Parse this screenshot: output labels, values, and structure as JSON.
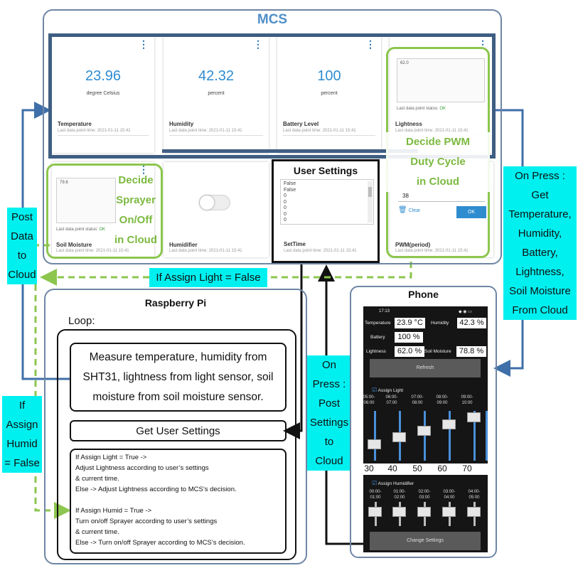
{
  "mcs": {
    "title": "MCS",
    "cards": [
      {
        "value": "23.96",
        "unit": "degree Celsius",
        "name": "Temperature",
        "time": "Last data point time: 2021-01-11 15:41"
      },
      {
        "value": "42.32",
        "unit": "percent",
        "name": "Humidity",
        "time": "Last data point time: 2021-01-11 15:41"
      },
      {
        "value": "100",
        "unit": "percent",
        "name": "Battery Level",
        "time": "Last data point time: 2021-01-11 15:41"
      },
      {
        "value": "62.0",
        "name": "Lightness",
        "status_label": "Last data point status:",
        "status_value": "OK",
        "time": "Last data point time: 2021-01-11 15:41"
      }
    ],
    "soil": {
      "value": "79.6",
      "status_label": "Last data point status:",
      "status_value": "OK",
      "name": "Soil Moisture",
      "time": "Last data point time: 2021-01-11 15:41"
    },
    "humidifier": {
      "name": "Humidifier",
      "time": "Last data point time: 2021-01-11 15:41"
    },
    "settime": {
      "name": "SetTime",
      "time": "Last data point time: 2021-01-11 15:41",
      "list": [
        "False",
        "False",
        "0",
        "0",
        "0",
        "0",
        "0",
        "0"
      ]
    },
    "pwm": {
      "input_value": "38",
      "clear_label": "Clear",
      "ok_label": "OK",
      "name": "PWM(period)",
      "time": "Last data point time: 2021-01-11 15:41"
    },
    "user_settings_title": "User Settings",
    "decide_sprayer": [
      "Decide",
      "Sprayer",
      "On/Off",
      "in Cloud"
    ],
    "decide_pwm": [
      "Decide PWM",
      "Duty Cycle",
      "in Cloud"
    ]
  },
  "labels": {
    "post_data": [
      "Post",
      "Data",
      "to",
      "Cloud"
    ],
    "if_assign_light": "If Assign Light = False",
    "if_assign_humid": [
      "If",
      "Assign",
      "Humid",
      "= False"
    ],
    "on_press_get": [
      "On Press :",
      "Get",
      "Temperature,",
      "Humidity,",
      "Battery,",
      "Lightness,",
      "Soil Moisture",
      "From Cloud"
    ],
    "on_press_post": [
      "On",
      "Press :",
      "Post",
      "Settings",
      "to",
      "Cloud"
    ]
  },
  "rpi": {
    "title": "Raspberry Pi",
    "loop": "Loop:",
    "measure": [
      "Measure temperature, humidity from",
      "SHT31, lightness from light sensor, soil",
      "moisture from soil moisture sensor."
    ],
    "get_settings": "Get User Settings",
    "logic": [
      "If Assign Light = True ->",
      "Adjust Lightness according to user’s settings",
      "& current time.",
      "Else -> Adjust Lightness according to MCS’s decision.",
      "",
      "If Assign Humid = True ->",
      "Turn on/off Sprayer according to user’s settings",
      "& current time.",
      "Else -> Turn on/off Sprayer according to MCS’s decision."
    ]
  },
  "phone": {
    "title": "Phone",
    "status_time": "17:13",
    "temperature_label": "Temperature",
    "temperature_value": "23.9 °C",
    "humidity_label": "Humidity",
    "humidity_value": "42.3 %",
    "battery_label": "Battery",
    "battery_value": "100 %",
    "lightness_label": "Lightness",
    "lightness_value": "62.0 %",
    "soil_label": "Soil Moisture",
    "soil_value": "78.8 %",
    "refresh_label": "Refresh",
    "assign_light_label": "Assign Light",
    "light_times": [
      "05:00-\n06:00",
      "06:00-\n07:00",
      "07:00-\n08:00",
      "08:00-\n09:00",
      "09:00-\n10:00"
    ],
    "light_values": [
      "30",
      "40",
      "50",
      "60",
      "70"
    ],
    "light_levels": [
      0.3,
      0.4,
      0.5,
      0.6,
      0.7
    ],
    "assign_humidifier_label": "Assign Humidifier",
    "humid_times": [
      "00:00-\n01:00",
      "01:00-\n02:00",
      "02:00-\n03:00",
      "03:00-\n04:00",
      "04:00-\n05:00"
    ],
    "change_settings_label": "Change Settings"
  },
  "colors": {
    "cyan": "#00f0f0",
    "green": "#8cc64e",
    "blue_arrow": "#3f6fa8",
    "mcs_title": "#4f8fc8"
  }
}
